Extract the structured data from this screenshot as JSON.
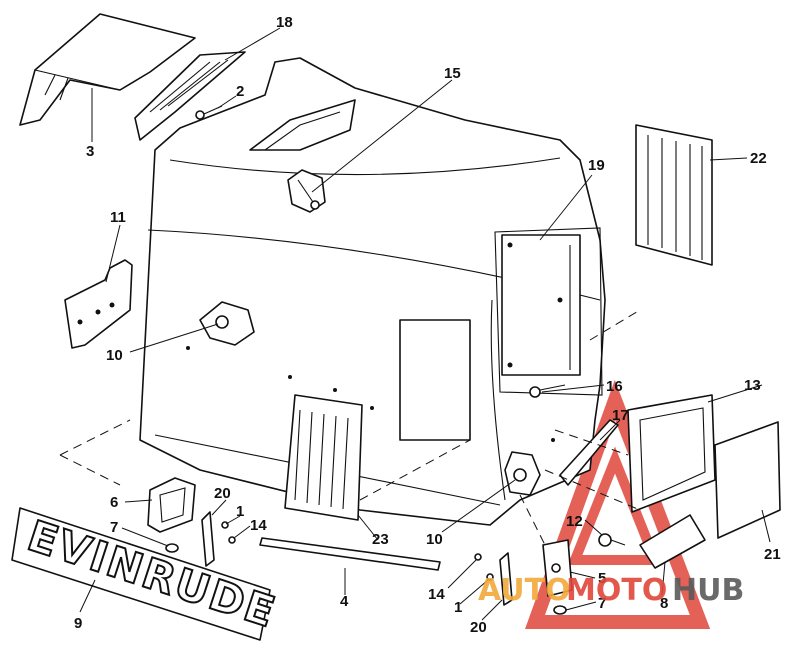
{
  "diagram": {
    "brand_decal_text": "EVINRUDE",
    "watermark": {
      "part1": "AUTO",
      "part2": "MOTO",
      "part3": "HUB"
    },
    "colors": {
      "line": "#111111",
      "watermark_red": "#e0463a",
      "watermark_gray": "#5a5a5a",
      "watermark_orange": "#f2a93b"
    },
    "callouts": [
      "18",
      "2",
      "15",
      "3",
      "11",
      "10",
      "19",
      "22",
      "16",
      "13",
      "17",
      "6",
      "20",
      "1",
      "14",
      "7",
      "9",
      "23",
      "4",
      "10",
      "12",
      "21",
      "14",
      "1",
      "5",
      "8",
      "20",
      "7"
    ]
  }
}
